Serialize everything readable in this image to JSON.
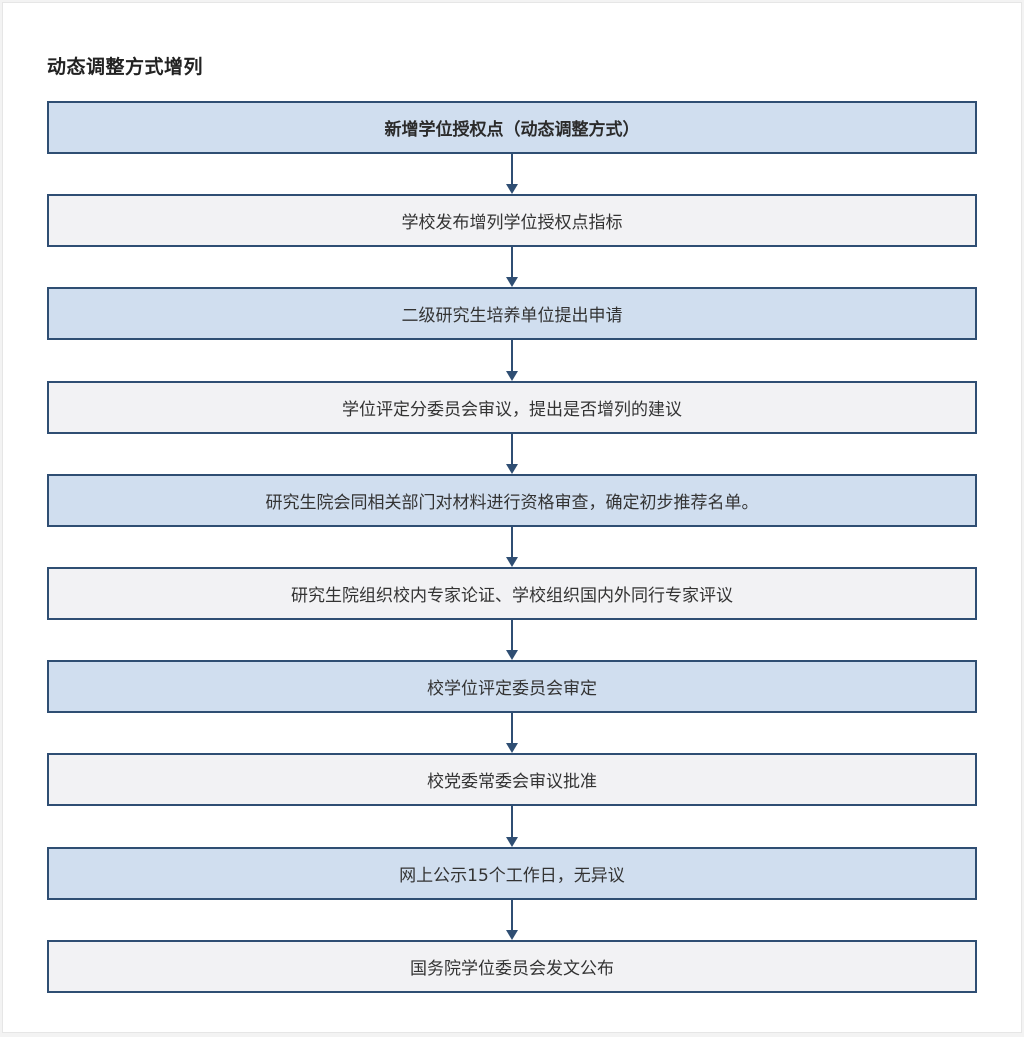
{
  "title": "动态调整方式增列",
  "steps": [
    {
      "label": "新增学位授权点（动态调整方式）",
      "style": "blue",
      "bold": true
    },
    {
      "label": "学校发布增列学位授权点指标",
      "style": "gray"
    },
    {
      "label": "二级研究生培养单位提出申请",
      "style": "blue"
    },
    {
      "label": "学位评定分委员会审议，提出是否增列的建议",
      "style": "gray"
    },
    {
      "label": "研究生院会同相关部门对材料进行资格审查，确定初步推荐名单。",
      "style": "blue"
    },
    {
      "label": "研究生院组织校内专家论证、学校组织国内外同行专家评议",
      "style": "gray"
    },
    {
      "label": "校学位评定委员会审定",
      "style": "blue"
    },
    {
      "label": "校党委常委会审议批准",
      "style": "gray"
    },
    {
      "label": "网上公示15个工作日，无异议",
      "style": "blue"
    },
    {
      "label": "国务院学位委员会发文公布",
      "style": "gray"
    }
  ],
  "colors": {
    "step_blue": "#d0deef",
    "step_gray": "#f2f2f4",
    "border": "#2f4e73",
    "arrow": "#2f4e73"
  }
}
